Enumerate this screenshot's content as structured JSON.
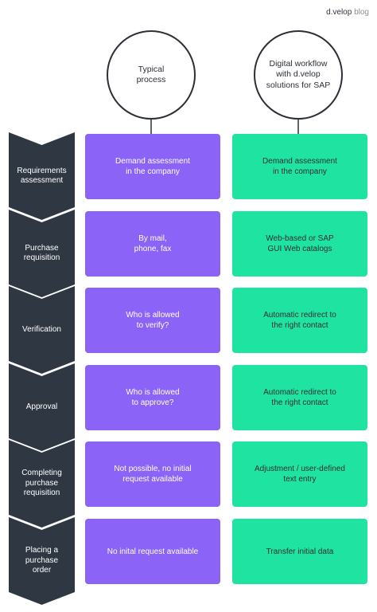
{
  "brand": {
    "name": "d.velop",
    "suffix": " blog"
  },
  "headers": {
    "typical": "Typical\nprocess",
    "digital": "Digital workflow\nwith d.velop\nsolutions for SAP"
  },
  "colors": {
    "typical_box": "#8b63f6",
    "digital_box": "#1fe3a0",
    "step_chevron": "#2e3742",
    "outline": "#2b2f36"
  },
  "steps": [
    {
      "label": "Requirements\nassessment",
      "typical": "Demand assessment\nin the company",
      "digital": "Demand assessment\nin the company"
    },
    {
      "label": "Purchase\nrequisition",
      "typical": "By mail,\nphone, fax",
      "digital": "Web-based or SAP\nGUI Web catalogs"
    },
    {
      "label": "Verification",
      "typical": "Who is allowed\nto verify?",
      "digital": "Automatic redirect to\nthe right contact"
    },
    {
      "label": "Approval",
      "typical": "Who is allowed\nto approve?",
      "digital": "Automatic redirect to\nthe right contact"
    },
    {
      "label": "Completing\npurchase\nrequisition",
      "typical": "Not possible, no initial\nrequest available",
      "digital": "Adjustment / user-defined\ntext entry"
    },
    {
      "label": "Placing a\npurchase\norder",
      "typical": "No inital request available",
      "digital": "Transfer initial data"
    }
  ]
}
